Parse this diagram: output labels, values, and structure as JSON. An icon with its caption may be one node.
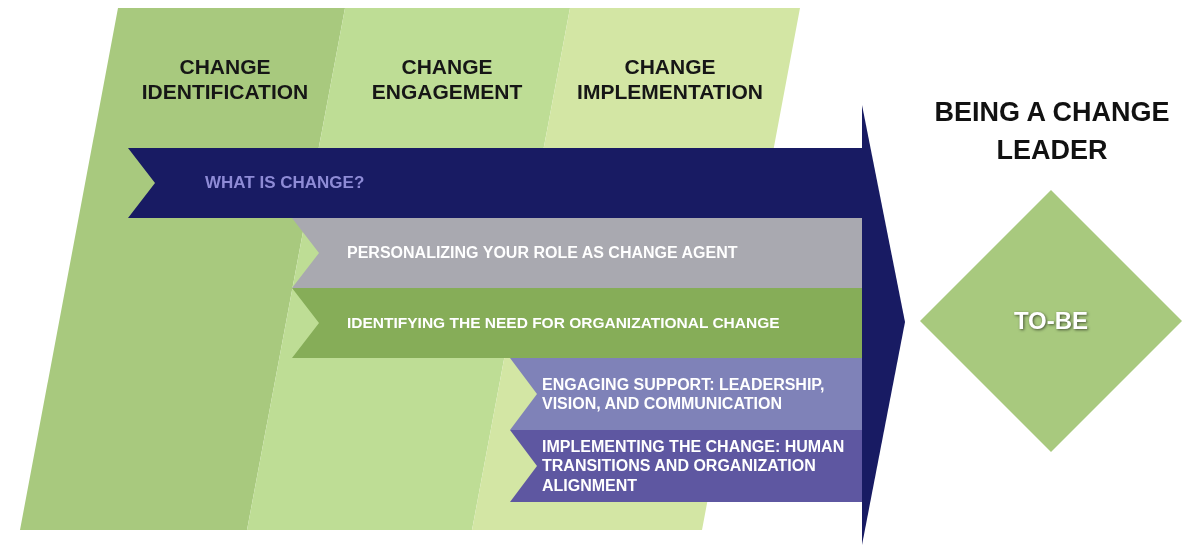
{
  "diagram": {
    "nodes": [
      {
        "text": [
          "CHANGE IDENTIFICATION"
        ]
      },
      {
        "text": [
          "CHANGE ENGAGEMENT"
        ]
      },
      {
        "text": [
          "CHANGE IMPLEMENTATION"
        ]
      },
      {
        "text": [
          "WHAT IS CHANGE?"
        ]
      },
      {
        "text": [
          "PERSONALIZING YOUR ROLE AS CHANGE AGENT"
        ]
      },
      {
        "text": [
          "IDENTIFYING THE NEED FOR ORGANIZATIONAL CHANGE"
        ]
      },
      {
        "text": [
          "ENGAGING SUPPORT: LEADERSHIP, VISION, AND COMMUNICATION"
        ]
      },
      {
        "text": [
          "IMPLEMENTING THE CHANGE: HUMAN TRANSITIONS AND ORGANIZATION ALIGNMENT"
        ]
      },
      {
        "text": [
          "TO-BE"
        ],
        "beside": [
          "BEING A CHANGE LEADER"
        ]
      }
    ]
  }
}
